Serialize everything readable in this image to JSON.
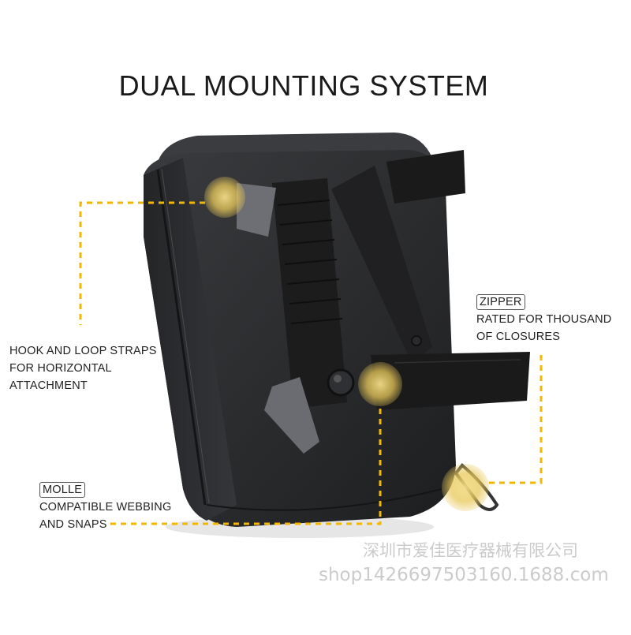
{
  "title": "DUAL MOUNTING SYSTEM",
  "callouts": {
    "hook_loop": {
      "lines": [
        "HOOK AND LOOP STRAPS",
        "FOR HORIZONTAL",
        "ATTACHMENT"
      ]
    },
    "zipper": {
      "tag": "ZIPPER",
      "lines": [
        "RATED FOR THOUSAND",
        "OF CLOSURES"
      ]
    },
    "molle": {
      "tag": "MOLLE",
      "lines": [
        "COMPATIBLE WEBBING",
        "AND SNAPS"
      ]
    }
  },
  "watermark": {
    "company": "深圳市爱佳医疗器械有限公司",
    "shop": "shop1426697503160.1688.com"
  },
  "colors": {
    "callout_line": "#f2b705",
    "pouch": "#2b2c2e",
    "strap": "#1c1c1d",
    "highlight": "#e8c85a"
  }
}
